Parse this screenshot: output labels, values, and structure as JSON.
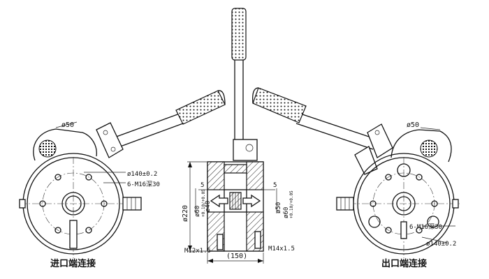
{
  "left_view": {
    "caption": "进口端连接",
    "dia_small": "ø50",
    "bolt_circle": "ø140±0.2",
    "bolt_spec": "6-M16深30"
  },
  "right_view": {
    "caption": "出口端连接",
    "dia_small": "ø50",
    "bolt_circle": "ø140±0.2",
    "bolt_spec": "6-M16深30"
  },
  "section_view": {
    "height_dim": "ø220",
    "bore_left": "ø60",
    "bore_left_tol": "+0.10/+0.05",
    "bore_left_inner": "ø40",
    "bore_right": "ø50",
    "bore_right_outer": "ø60",
    "bore_right_tol": "+0.10/+0.05",
    "depth_left": "5",
    "depth_right": "5",
    "thread_left": "M12x1.5",
    "thread_right": "M14x1.5",
    "width_dim": "(150)"
  }
}
